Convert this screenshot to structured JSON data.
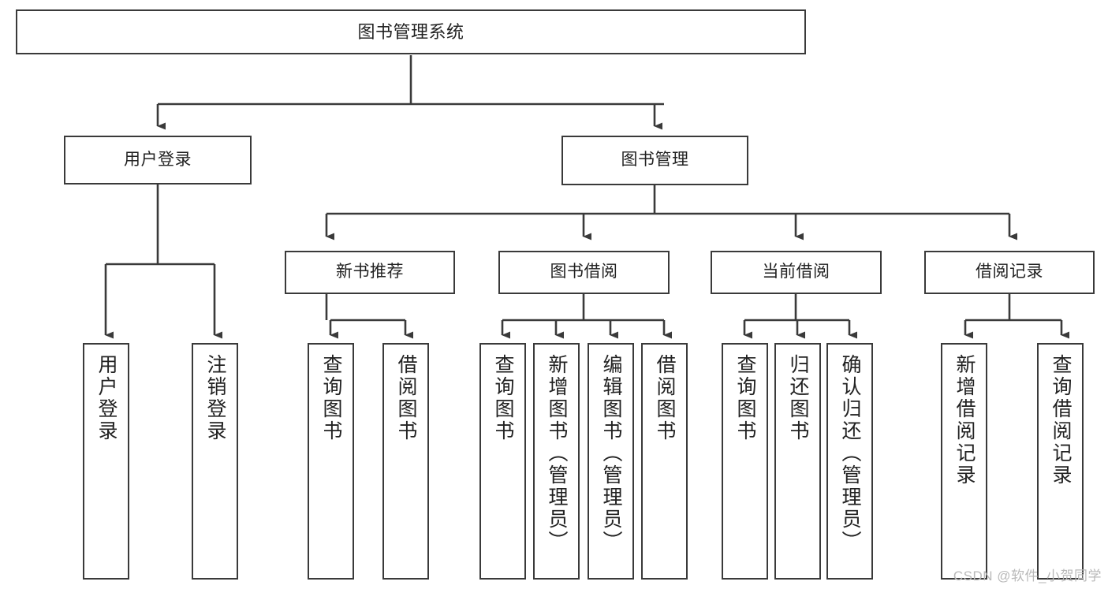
{
  "diagram": {
    "type": "tree",
    "title": "图书管理系统",
    "orientation": "top-down",
    "stroke_color": "#3a3a3a",
    "fill_color": "#ffffff",
    "text_color": "#222222"
  },
  "nodes": {
    "root": {
      "label": "图书管理系统"
    },
    "level2": [
      {
        "label": "用户登录"
      },
      {
        "label": "图书管理"
      }
    ],
    "level3": [
      {
        "label": "新书推荐"
      },
      {
        "label": "图书借阅"
      },
      {
        "label": "当前借阅"
      },
      {
        "label": "借阅记录"
      }
    ],
    "leaves_user_login": [
      {
        "label": "用户登录"
      },
      {
        "label": "注销登录"
      }
    ],
    "leaves_new_book": [
      {
        "label": "查询图书"
      },
      {
        "label": "借阅图书"
      }
    ],
    "leaves_borrow": [
      {
        "label": "查询图书"
      },
      {
        "label": "新增图书（管理员）"
      },
      {
        "label": "编辑图书（管理员）"
      },
      {
        "label": "借阅图书"
      }
    ],
    "leaves_current": [
      {
        "label": "查询图书"
      },
      {
        "label": "归还图书"
      },
      {
        "label": "确认归还（管理员）"
      }
    ],
    "leaves_record": [
      {
        "label": "新增借阅记录"
      },
      {
        "label": "查询借阅记录"
      }
    ]
  },
  "watermark": {
    "text": "CSDN @软件_小贺同学"
  }
}
